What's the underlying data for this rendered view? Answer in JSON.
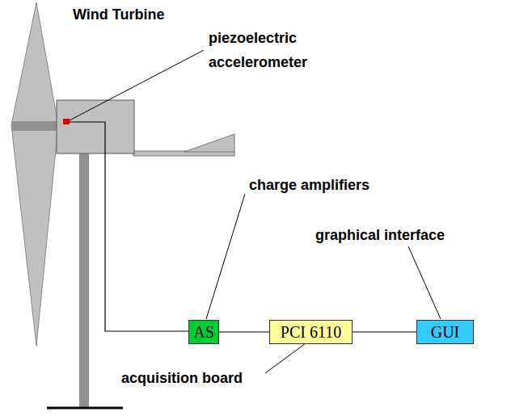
{
  "diagram": {
    "nodes": [
      {
        "text": [
          "AS"
        ]
      },
      {
        "text": [
          "PCI 6110"
        ]
      },
      {
        "text": [
          "GUI"
        ]
      }
    ],
    "edges": [
      {
        "from": 0,
        "to": 1,
        "arrow": "none"
      },
      {
        "from": 1,
        "to": 2,
        "arrow": "none"
      }
    ],
    "labels": [
      "Wind Turbine",
      "piezoelectric accelerometer",
      "charge amplifiers",
      "graphical interface",
      "acquisition board"
    ]
  }
}
